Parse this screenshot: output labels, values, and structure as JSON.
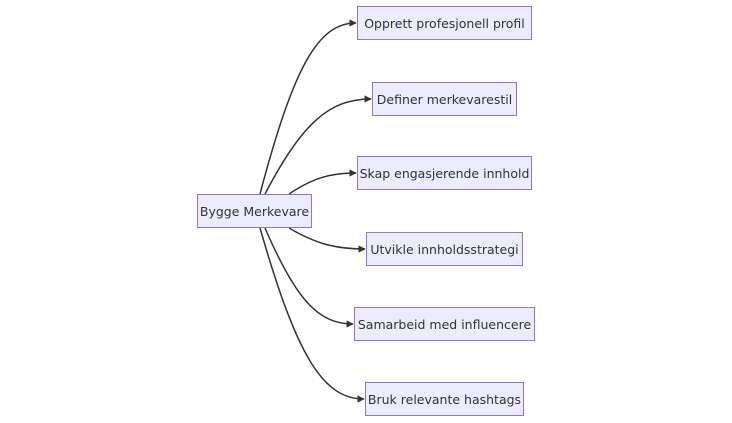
{
  "diagram": {
    "type": "mindmap-flowchart",
    "colors": {
      "node_fill": "#ECECFF",
      "node_border": "#9370DB",
      "edge": "#333333",
      "text": "#333333"
    },
    "root": {
      "id": "root",
      "label": "Bygge Merkevare"
    },
    "children": [
      {
        "id": "n1",
        "label": "Opprett profesjonell profil"
      },
      {
        "id": "n2",
        "label": "Definer merkevarestil"
      },
      {
        "id": "n3",
        "label": "Skap engasjerende innhold"
      },
      {
        "id": "n4",
        "label": "Utvikle innholdsstrategi"
      },
      {
        "id": "n5",
        "label": "Samarbeid med influencere"
      },
      {
        "id": "n6",
        "label": "Bruk relevante hashtags"
      }
    ],
    "edges": [
      {
        "from": "root",
        "to": "n1"
      },
      {
        "from": "root",
        "to": "n2"
      },
      {
        "from": "root",
        "to": "n3"
      },
      {
        "from": "root",
        "to": "n4"
      },
      {
        "from": "root",
        "to": "n5"
      },
      {
        "from": "root",
        "to": "n6"
      }
    ]
  }
}
